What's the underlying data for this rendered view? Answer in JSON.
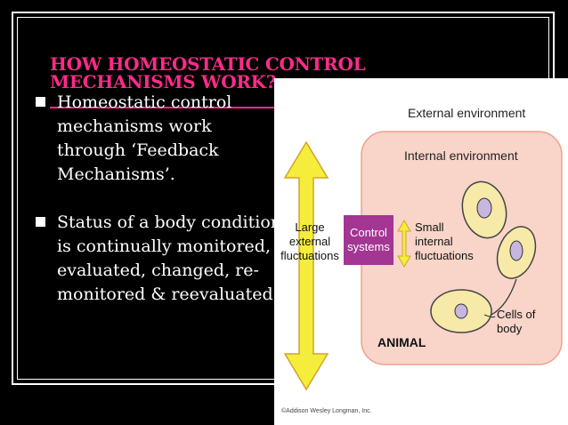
{
  "slide": {
    "title": "HOW HOMEOSTATIC CONTROL MECHANISMS WORK?",
    "bullets": [
      "Homeostatic control mechanisms work through ‘Feedback Mechanisms’.",
      "Status of a body condition is continually monitored, evaluated, changed, re-monitored  & reevaluated."
    ]
  },
  "diagram": {
    "external_environment": "External environment",
    "internal_environment": "Internal environment",
    "large_external_fluctuations": [
      "Large",
      "external",
      "fluctuations"
    ],
    "control_systems": [
      "Control",
      "systems"
    ],
    "small_internal_fluctuations": [
      "Small",
      "internal",
      "fluctuations"
    ],
    "cells_of_body": [
      "Cells of",
      "body"
    ],
    "animal": "ANIMAL",
    "copyright": "©Addison Wesley Longman, Inc.",
    "colors": {
      "pink_title": "#ff2a8a",
      "internal_env": "#f8d4c9",
      "internal_env_border": "#f0a18e",
      "control_box": "#a33593",
      "arrow": "#f5ec3c",
      "cell_fill": "#f7e9a8",
      "nucleus": "#c7b6de"
    }
  }
}
